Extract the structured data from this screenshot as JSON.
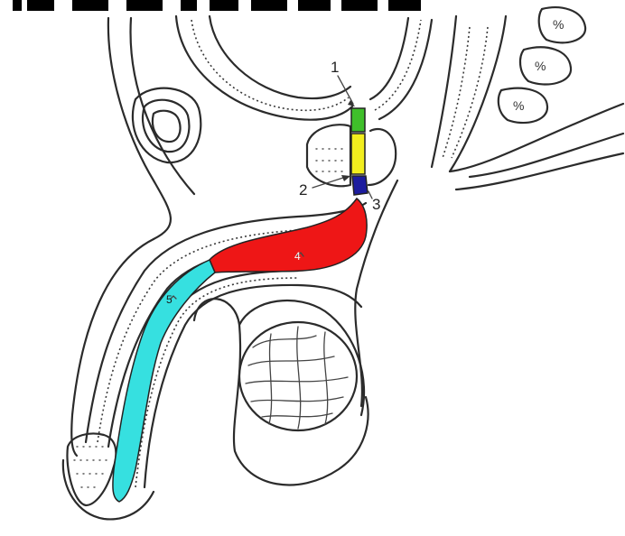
{
  "labels": {
    "l1": "1",
    "l2": "2",
    "l3": "3",
    "l4": "4",
    "l5": "5"
  },
  "segment_colors": {
    "green": "#3fbf2a",
    "yellow": "#f2ee1e",
    "blue": "#1c1c9e",
    "red": "#ee1616",
    "cyan": "#36e0e0"
  }
}
